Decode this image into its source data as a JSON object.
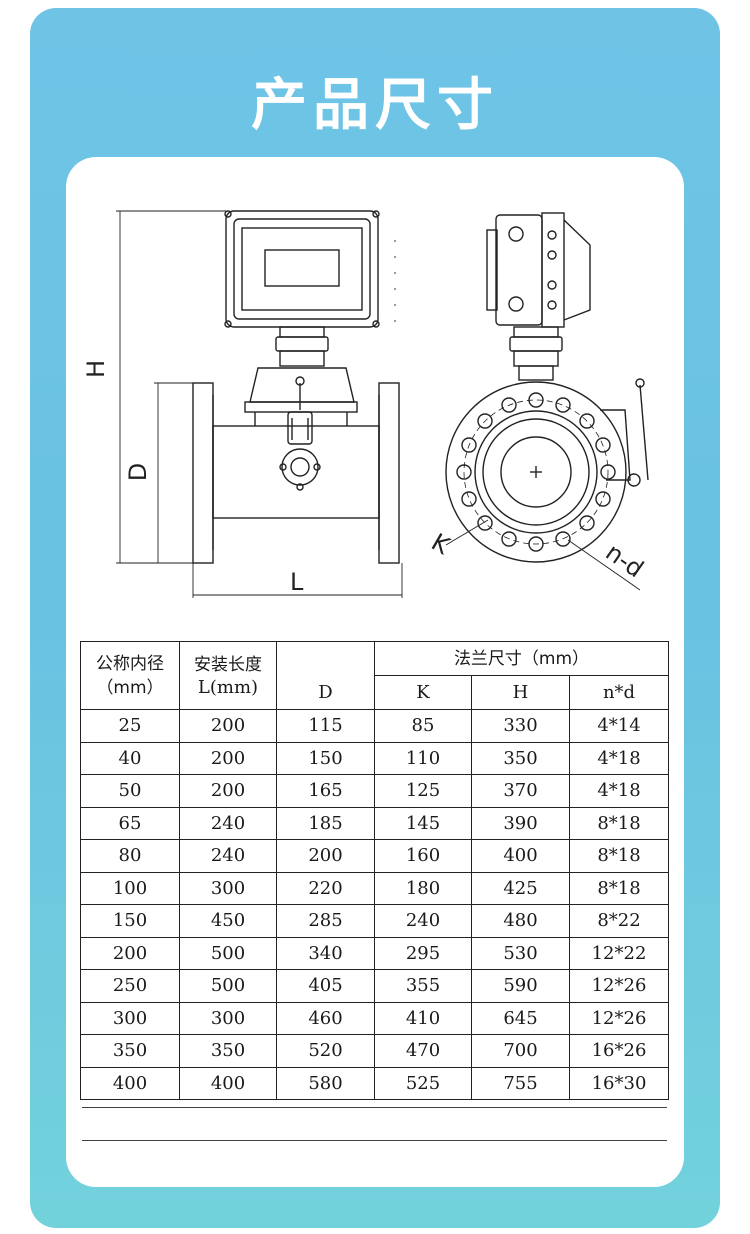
{
  "title": "产品尺寸",
  "drawing": {
    "labels": {
      "H": "H",
      "D": "D",
      "L": "L",
      "K": "K",
      "nd": "n-d"
    }
  },
  "table": {
    "header": {
      "nominal_diameter": "公称内径",
      "nominal_diameter_unit": "（mm）",
      "install_length": "安装长度",
      "install_length_unit": "L(mm)",
      "flange_size": "法兰尺寸（mm）",
      "sub": [
        "D",
        "K",
        "H",
        "n*d"
      ]
    },
    "rows": [
      [
        "25",
        "200",
        "115",
        "85",
        "330",
        "4*14"
      ],
      [
        "40",
        "200",
        "150",
        "110",
        "350",
        "4*18"
      ],
      [
        "50",
        "200",
        "165",
        "125",
        "370",
        "4*18"
      ],
      [
        "65",
        "240",
        "185",
        "145",
        "390",
        "8*18"
      ],
      [
        "80",
        "240",
        "200",
        "160",
        "400",
        "8*18"
      ],
      [
        "100",
        "300",
        "220",
        "180",
        "425",
        "8*18"
      ],
      [
        "150",
        "450",
        "285",
        "240",
        "480",
        "8*22"
      ],
      [
        "200",
        "500",
        "340",
        "295",
        "530",
        "12*22"
      ],
      [
        "250",
        "500",
        "405",
        "355",
        "590",
        "12*26"
      ],
      [
        "300",
        "300",
        "460",
        "410",
        "645",
        "12*26"
      ],
      [
        "350",
        "350",
        "520",
        "470",
        "700",
        "16*26"
      ],
      [
        "400",
        "400",
        "580",
        "525",
        "755",
        "16*30"
      ]
    ]
  },
  "colors": {
    "frame_top": "#6fc4e6",
    "frame_bottom": "#72d2dc",
    "card": "#ffffff",
    "ink": "#222222"
  }
}
